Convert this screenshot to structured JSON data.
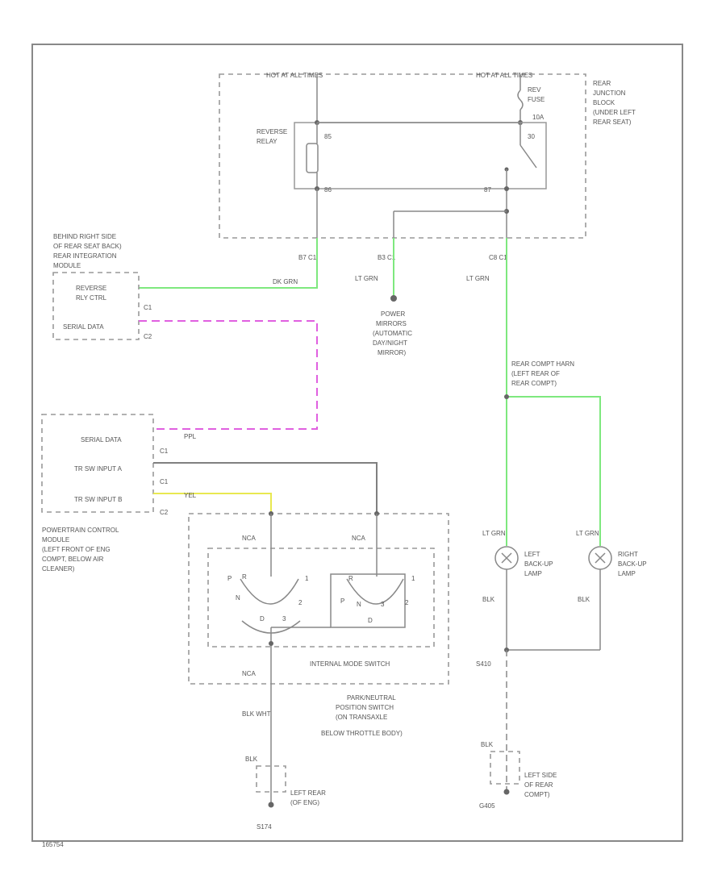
{
  "colors": {
    "wire_gray": "#808080",
    "wire_green": "#7ee87e",
    "wire_pink": "#e060e0",
    "wire_yellow": "#e8e850",
    "frame": "#888888"
  },
  "rear_junction_block": {
    "hot_left": "HOT AT ALL TIMES",
    "hot_right": "HOT AT ALL TIMES",
    "label": [
      "REAR",
      "JUNCTION",
      "BLOCK",
      "(UNDER LEFT",
      "REAR SEAT)"
    ],
    "fuse": [
      "REV",
      "FUSE",
      "10A"
    ],
    "relay_label": [
      "REVERSE",
      "RELAY"
    ],
    "pin_85": "85",
    "pin_86": "86",
    "pin_30": "30",
    "pin_87": "87"
  },
  "connectors": {
    "c1_a": "B7 C1",
    "c1_b": "B3 C1",
    "c1_c": "C8 C1"
  },
  "wires": {
    "dk_grn": "DK GRN",
    "lt_grn_a": "LT GRN",
    "lt_grn_b": "LT GRN",
    "lt_grn_left_lamp": "LT GRN",
    "lt_grn_right_lamp": "LT GRN",
    "blk_left": "BLK",
    "blk_right": "BLK",
    "blk_wht": "BLK WHT",
    "blk_g1": "BLK",
    "blk_g2": "BLK"
  },
  "rim": {
    "location": [
      "BEHIND RIGHT SIDE",
      "OF REAR SEAT BACK)",
      "REAR INTEGRATION",
      "MODULE"
    ],
    "reverse_ctrl": [
      "REVERSE",
      "RLY CTRL"
    ],
    "serial_data": "SERIAL DATA",
    "pin_a": "C1",
    "pin_b": "C2"
  },
  "power_mirrors": [
    "POWER",
    "MIRRORS",
    "(AUTOMATIC",
    "DAY/NIGHT",
    "MIRROR)"
  ],
  "rear_compt": [
    "REAR COMPT HARN",
    "(LEFT REAR OF",
    "REAR COMPT)"
  ],
  "pcm": {
    "serial_data": "SERIAL DATA",
    "trs_a": "TR SW INPUT A",
    "trs_b": "TR SW INPUT B",
    "pin_c1": "C1",
    "pin_c2": "C2",
    "wire_ppl": "PPL",
    "wire_yel": "YEL",
    "label": [
      "POWERTRAIN CONTROL",
      "MODULE",
      "(LEFT FRONT OF ENG",
      "COMPT, BELOW AIR",
      "CLEANER)"
    ]
  },
  "switch": {
    "inner_label": "INTERNAL MODE SWITCH",
    "outer_label": [
      "PARK/NEUTRAL",
      "POSITION SWITCH",
      "(ON TRANSAXLE",
      "BELOW THROTTLE BODY)"
    ],
    "conn_a": "NCA",
    "conn_b": "NCA",
    "conn_c": "NCA",
    "pos_p": "P",
    "pos_r": "R",
    "pos_n": "N",
    "pos_d": "D",
    "pos_3": "3",
    "pos_2": "2",
    "pos_1": "1"
  },
  "lamps": {
    "left": [
      "LEFT",
      "BACK-UP",
      "LAMP"
    ],
    "right": [
      "RIGHT",
      "BACK-UP",
      "LAMP"
    ]
  },
  "grounds": {
    "left_splice": "S174",
    "left_ground": [
      "LEFT REAR",
      "(OF ENG)"
    ],
    "right_splice": "S410",
    "right_ground": [
      "LEFT SIDE",
      "OF REAR",
      "COMPT)"
    ],
    "right_g_id": "G405"
  },
  "figure_id": "165754"
}
